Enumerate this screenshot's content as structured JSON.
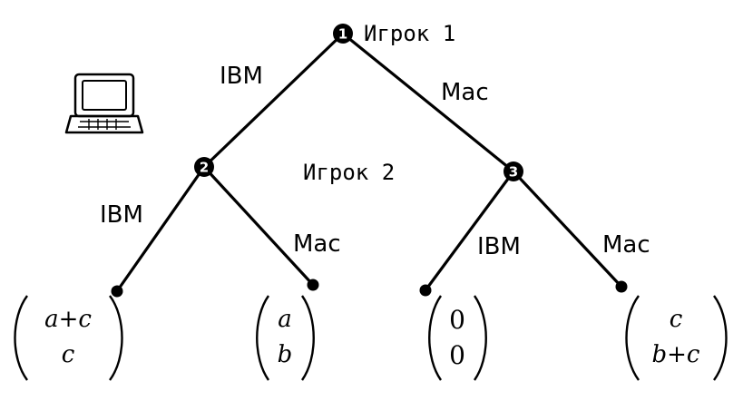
{
  "nodes": {
    "n1": {
      "number": "1",
      "player": "Игрок 1"
    },
    "n2": {
      "number": "2"
    },
    "n3": {
      "number": "3"
    },
    "shared_player_label": "Игрок 2"
  },
  "edges": {
    "n1_left": "IBM",
    "n1_right": "Mac",
    "n2_left": "IBM",
    "n2_right": "Mac",
    "n3_left": "IBM",
    "n3_right": "Mac"
  },
  "payoffs": [
    {
      "top": "a+c",
      "bottom": "c"
    },
    {
      "top": "a",
      "bottom": "b"
    },
    {
      "top": "0",
      "bottom": "0"
    },
    {
      "top": "c",
      "bottom": "b+c"
    }
  ],
  "icons": [
    "laptop-computer-icon"
  ]
}
